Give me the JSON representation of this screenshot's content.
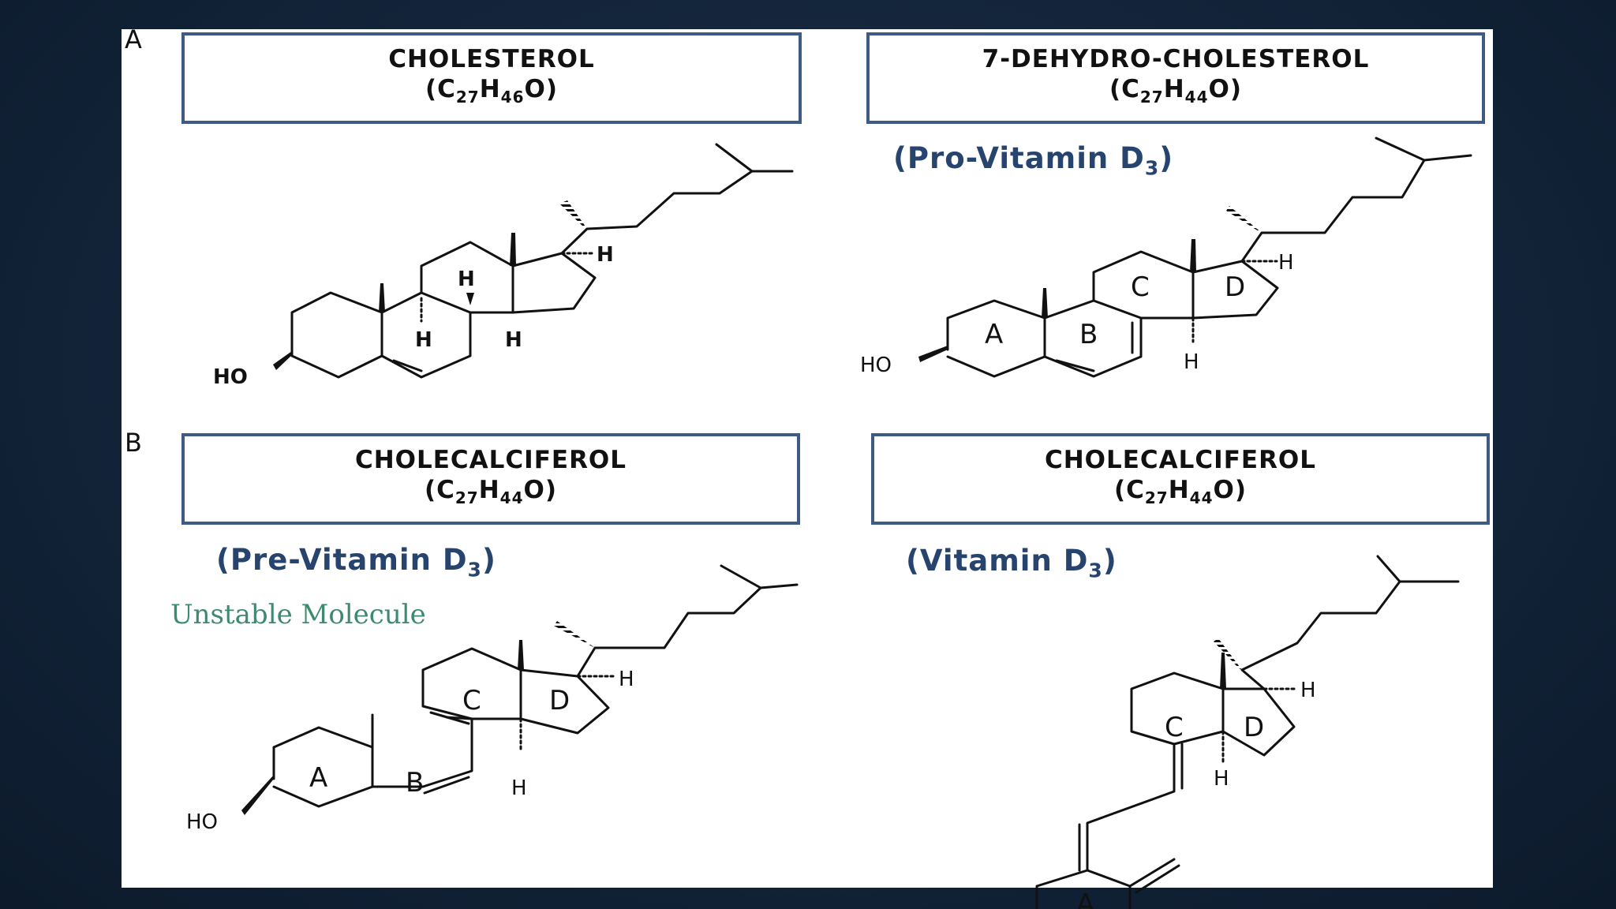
{
  "panels": {
    "a_letter": "A",
    "b_letter": "B"
  },
  "boxes": [
    {
      "name": "CHOLESTEROL",
      "c": "C",
      "c_n": "27",
      "h": "H",
      "h_n": "46",
      "tail": "O)"
    },
    {
      "name": "7-DEHYDRO-CHOLESTEROL",
      "c": "C",
      "c_n": "27",
      "h": "H",
      "h_n": "44",
      "tail": "O)"
    },
    {
      "name": "CHOLECALCIFEROL",
      "c": "C",
      "c_n": "27",
      "h": "H",
      "h_n": "44",
      "tail": "O)"
    },
    {
      "name": "CHOLECALCIFEROL",
      "c": "C",
      "c_n": "27",
      "h": "H",
      "h_n": "44",
      "tail": "O)"
    }
  ],
  "subtitles": {
    "pro": {
      "text": "(Pro-Vitamin D",
      "sub": "3",
      "end": ")"
    },
    "pre": {
      "text": "(Pre-Vitamin D",
      "sub": "3",
      "end": ")"
    },
    "vit": {
      "text": "(Vitamin D",
      "sub": "3",
      "end": ")"
    }
  },
  "note": "Unstable Molecule",
  "atom_labels": {
    "ho": "HO",
    "h": "H"
  },
  "ring_labels": {
    "a": "A",
    "b": "B",
    "c": "C",
    "d": "D"
  }
}
